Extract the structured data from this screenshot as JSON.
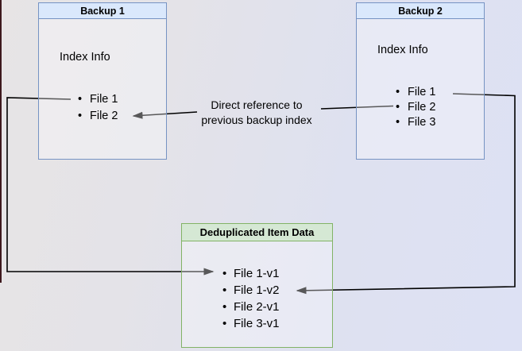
{
  "backup1": {
    "title": "Backup 1",
    "index_label": "Index Info",
    "files": [
      "File 1",
      "File 2"
    ]
  },
  "backup2": {
    "title": "Backup 2",
    "index_label": "Index Info",
    "files": [
      "File 1",
      "File 2",
      "File 3"
    ]
  },
  "dedup": {
    "title": "Deduplicated Item Data",
    "items": [
      "File 1-v1",
      "File 1-v2",
      "File 2-v1",
      "File 3-v1"
    ]
  },
  "annotation": {
    "line1": "Direct reference to",
    "line2": "previous backup index"
  },
  "colors": {
    "blue_header_fill": "#dae8fc",
    "blue_border": "#7693c3",
    "green_header_fill": "#d5e8d4",
    "green_border": "#82b366",
    "arrow_line": "#000000",
    "background_left": "#e7e4e5",
    "background_right": "#dde1f4",
    "left_edge_stripe": "#3d181d"
  }
}
